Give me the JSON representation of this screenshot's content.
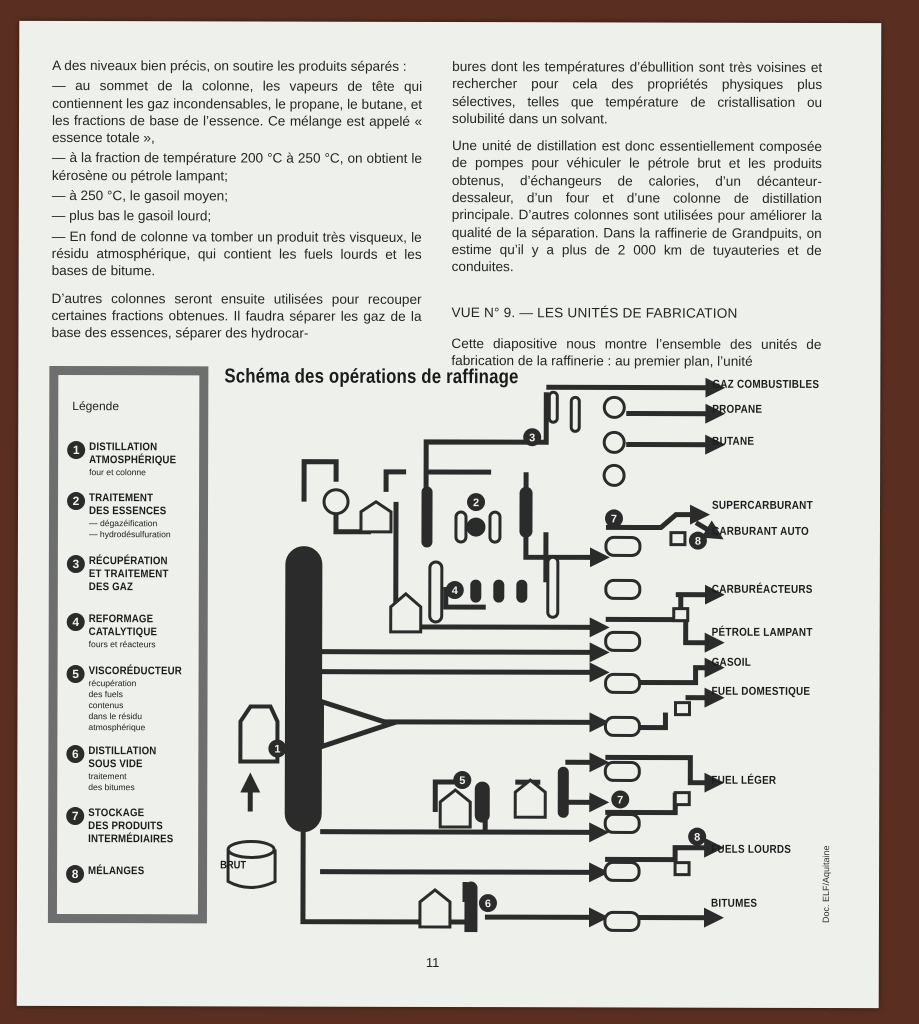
{
  "left_column": [
    {
      "text": "A des niveaux bien précis, on soutire les produits séparés :"
    },
    {
      "text": "— au sommet de la colonne, les vapeurs de tête qui contiennent les gaz incondensables, le propane, le butane, et les fractions de base de l’essence. Ce mélange est appelé « essence totale »,"
    },
    {
      "text": "— à la fraction de température 200 °C à 250 °C, on obtient le kérosène ou pétrole lampant;"
    },
    {
      "text": "— à 250 °C, le gasoil moyen;"
    },
    {
      "text": "— plus bas le gasoil lourd;"
    },
    {
      "text": "— En fond de colonne va tomber un produit très visqueux, le résidu atmosphérique, qui contient les fuels lourds et les bases de bitume."
    },
    {
      "text": "D’autres colonnes seront ensuite utilisées pour recouper certaines fractions obtenues. Il faudra séparer les gaz de la base des essences, séparer des hydrocar-"
    }
  ],
  "right_column": [
    {
      "text": "bures dont les températures d’ébullition sont très voisines et rechercher pour cela des propriétés physiques plus sélectives, telles que température de cristallisation ou solubilité dans un solvant."
    },
    {
      "text": "Une unité de distillation est donc essentiellement composée de pompes pour véhiculer le pétrole brut et les produits obtenus, d’échangeurs de calories, d’un décanteur-dessaleur, d’un four et d’une colonne de distillation principale. D’autres colonnes sont utilisées pour améliorer la qualité de la séparation. Dans la raffinerie de Grandpuits, on estime qu’il y a plus de 2 000 km de tuyauteries et de conduites."
    },
    {
      "text": "VUE N° 9. — LES UNITÉS DE FABRICATION"
    },
    {
      "text": "Cette diapositive nous montre l’ensemble des unités de fabrication de la raffinerie : au premier plan, l’unité"
    }
  ],
  "schema": {
    "title": "Schéma des opérations de raffinage",
    "legend_title": "Légende",
    "legend": [
      {
        "num": "1",
        "label": "DISTILLATION\nATMOSPHÉRIQUE",
        "sub": "four et colonne"
      },
      {
        "num": "2",
        "label": "TRAITEMENT\nDES ESSENCES",
        "sub": "— dégazéification\n— hydrodésulfuration"
      },
      {
        "num": "3",
        "label": "RÉCUPÉRATION\nET TRAITEMENT\nDES GAZ",
        "sub": ""
      },
      {
        "num": "4",
        "label": "REFORMAGE\nCATALYTIQUE",
        "sub": "fours et réacteurs"
      },
      {
        "num": "5",
        "label": "VISCORÉDUCTEUR",
        "sub": "récupération\ndes fuels\ncontenus\ndans le résidu\natmosphérique"
      },
      {
        "num": "6",
        "label": "DISTILLATION\nSOUS VIDE",
        "sub": "traitement\ndes bitumes"
      },
      {
        "num": "7",
        "label": "STOCKAGE\nDES PRODUITS\nINTERMÉDIAIRES",
        "sub": ""
      },
      {
        "num": "8",
        "label": "MÉLANGES",
        "sub": ""
      }
    ],
    "outputs": [
      "GAZ COMBUSTIBLES",
      "PROPANE",
      "BUTANE",
      "SUPERCARBURANT",
      "CARBURANT AUTO",
      "CARBURÉACTEURS",
      "PÉTROLE LAMPANT",
      "GASOIL",
      "FUEL DOMESTIQUE",
      "FUEL LÉGER",
      "FUELS LOURDS",
      "BITUMES"
    ],
    "feed_label": "BRUT",
    "unit_markers": [
      "1",
      "2",
      "3",
      "4",
      "5",
      "6",
      "7",
      "8"
    ]
  },
  "page_number": "11",
  "credit": "Doc. ELF/Aquitaine",
  "colors": {
    "ink": "#2b2b2b",
    "paper": "#eef0ec",
    "frame": "#6e6e6e",
    "background": "#5a2f22"
  }
}
